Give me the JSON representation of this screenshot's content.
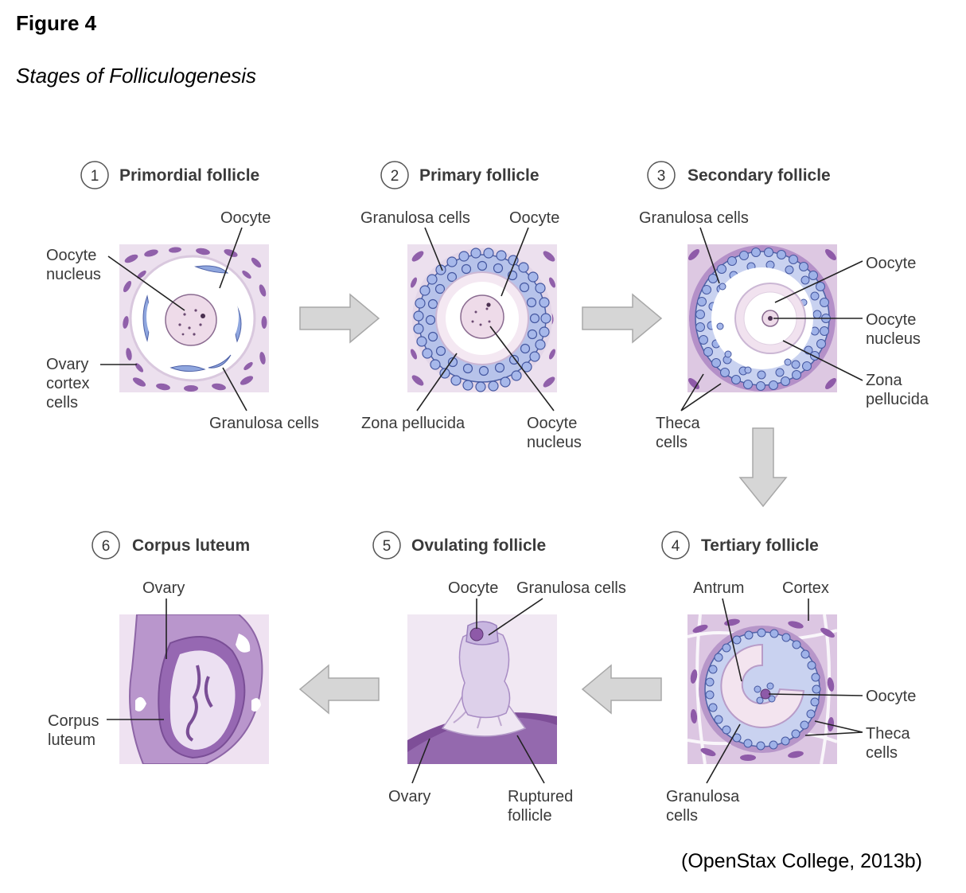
{
  "figure": {
    "label": "Figure 4",
    "title": "Stages of Folliculogenesis",
    "credit": "(OpenStax College, 2013b)"
  },
  "stages": [
    {
      "number": "1",
      "title": "Primordial follicle",
      "labels": {
        "oocyte": "Oocyte",
        "oocyte_nucleus": [
          "Oocyte",
          "nucleus"
        ],
        "ovary_cortex_cells": [
          "Ovary",
          "cortex",
          "cells"
        ],
        "granulosa_cells": "Granulosa cells"
      }
    },
    {
      "number": "2",
      "title": "Primary follicle",
      "labels": {
        "granulosa_cells": "Granulosa cells",
        "oocyte": "Oocyte",
        "zona_pellucida": "Zona pellucida",
        "oocyte_nucleus": [
          "Oocyte",
          "nucleus"
        ]
      }
    },
    {
      "number": "3",
      "title": "Secondary follicle",
      "labels": {
        "granulosa_cells": "Granulosa cells",
        "oocyte": "Oocyte",
        "oocyte_nucleus": [
          "Oocyte",
          "nucleus"
        ],
        "zona_pellucida": [
          "Zona",
          "pellucida"
        ],
        "theca_cells": [
          "Theca",
          "cells"
        ]
      }
    },
    {
      "number": "4",
      "title": "Tertiary follicle",
      "labels": {
        "antrum": "Antrum",
        "cortex": "Cortex",
        "oocyte": "Oocyte",
        "theca_cells": [
          "Theca",
          "cells"
        ],
        "granulosa_cells": [
          "Granulosa",
          "cells"
        ]
      }
    },
    {
      "number": "5",
      "title": "Ovulating follicle",
      "labels": {
        "oocyte": "Oocyte",
        "granulosa_cells": "Granulosa cells",
        "ovary": "Ovary",
        "ruptured_follicle": [
          "Ruptured",
          "follicle"
        ]
      }
    },
    {
      "number": "6",
      "title": "Corpus luteum",
      "labels": {
        "ovary": "Ovary",
        "corpus_luteum": [
          "Corpus",
          "luteum"
        ]
      }
    }
  ],
  "colors": {
    "tissue_bg": "#e9dcec",
    "cell_purple": "#8e5aa8",
    "granulosa_blue": "#8fa6de",
    "oocyte_fill": "#f2e6f2",
    "arrow_fill": "#d6d6d6",
    "arrow_stroke": "#a8a8a8"
  }
}
